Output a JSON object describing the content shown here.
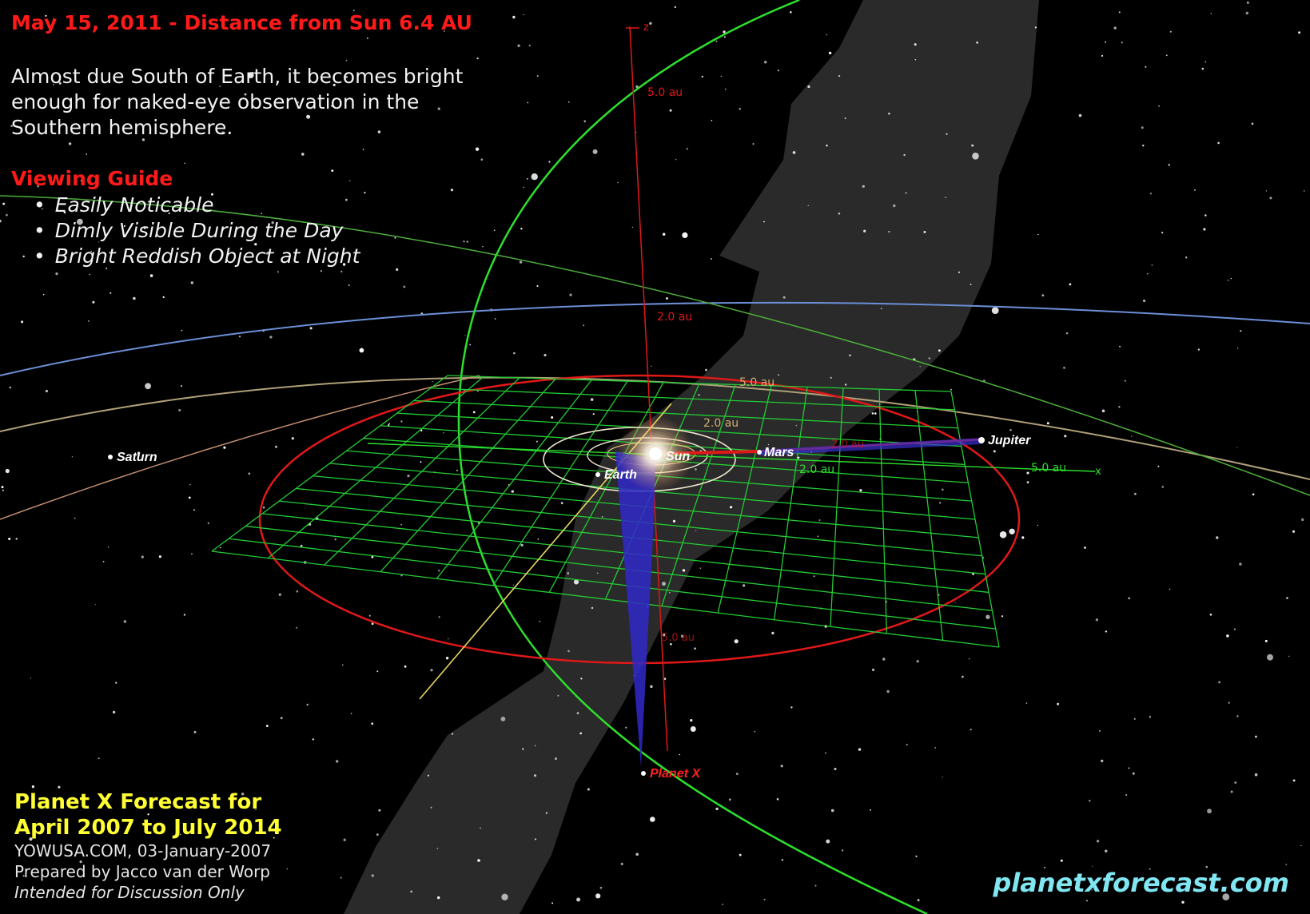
{
  "header": {
    "title": "May 15, 2011 - Distance from Sun 6.4 AU",
    "description": [
      "Almost due South of Earth, it becomes bright",
      "enough for naked-eye observation in the",
      "Southern hemisphere."
    ]
  },
  "viewing_guide": {
    "heading": "Viewing Guide",
    "items": [
      "Easily Noticable",
      "Dimly Visible During the Day",
      "Bright Reddish Object at Night"
    ]
  },
  "bodies": {
    "sun": "Sun",
    "earth": "Earth",
    "mars": "Mars",
    "jupiter": "Jupiter",
    "saturn": "Saturn",
    "planet_x": "Planet X"
  },
  "axes": {
    "z_label": "z",
    "x_label": "x",
    "z_ticks": [
      "5.0 au",
      "2.0 au"
    ],
    "grid_ticks": [
      "5.0 au",
      "2.0 au",
      "2.0 au",
      "5.0 au",
      "2.0 au",
      "5.0 au"
    ]
  },
  "footer": {
    "forecast": [
      "Planet X Forecast for",
      "April 2007 to July 2014"
    ],
    "credits": [
      "YOWUSA.COM, 03-January-2007",
      "Prepared by Jacco van der Worp",
      "Intended for Discussion Only"
    ],
    "site": "planetxforecast.com"
  },
  "colors": {
    "background": "#000000",
    "title_red": "#ff1a1a",
    "grid_green": "#22cc33",
    "orbit_green": "#2de02d",
    "orbit_red": "#e01818",
    "forecast_yellow": "#ffff33",
    "site_cyan": "#7fe6f2",
    "milky_way": "#2a2a2a"
  }
}
